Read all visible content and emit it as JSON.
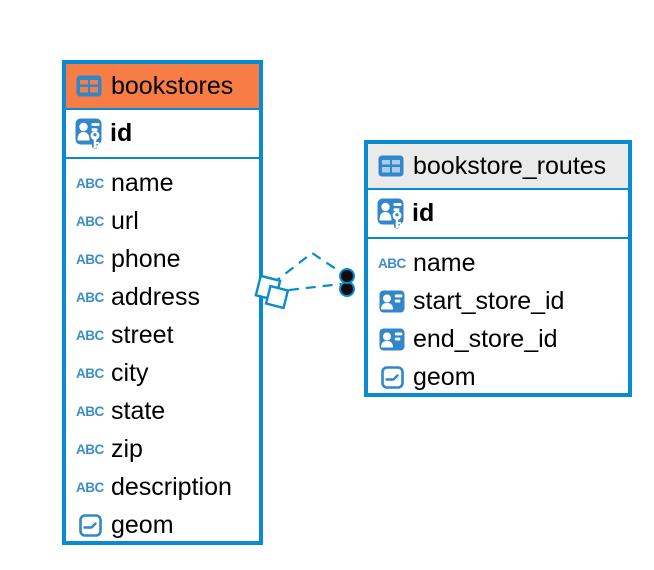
{
  "colors": {
    "accent_blue": "#0a8bd0",
    "icon_blue": "#3187c9",
    "header_orange": "#f87c46",
    "header_gray": "#eaeaea",
    "text": "#000000"
  },
  "type_icon_label": "ABC",
  "tables": [
    {
      "name": "bookstores",
      "header_variant": "orange",
      "pk": {
        "name": "id"
      },
      "columns": [
        {
          "name": "name",
          "type": "text"
        },
        {
          "name": "url",
          "type": "text"
        },
        {
          "name": "phone",
          "type": "text"
        },
        {
          "name": "address",
          "type": "text"
        },
        {
          "name": "street",
          "type": "text"
        },
        {
          "name": "city",
          "type": "text"
        },
        {
          "name": "state",
          "type": "text"
        },
        {
          "name": "zip",
          "type": "text"
        },
        {
          "name": "description",
          "type": "text"
        },
        {
          "name": "geom",
          "type": "geometry"
        }
      ]
    },
    {
      "name": "bookstore_routes",
      "header_variant": "gray",
      "pk": {
        "name": "id"
      },
      "columns": [
        {
          "name": "name",
          "type": "text"
        },
        {
          "name": "start_store_id",
          "type": "foreign-key"
        },
        {
          "name": "end_store_id",
          "type": "foreign-key"
        },
        {
          "name": "geom",
          "type": "geometry"
        }
      ]
    }
  ],
  "relationships": [
    {
      "from": "bookstores",
      "to": "bookstore_routes",
      "line_style": "dashed",
      "source_marker": "diamond",
      "target_marker": "filled-circle"
    },
    {
      "from": "bookstores",
      "to": "bookstore_routes",
      "line_style": "dashed",
      "source_marker": "diamond",
      "target_marker": "filled-circle"
    }
  ]
}
